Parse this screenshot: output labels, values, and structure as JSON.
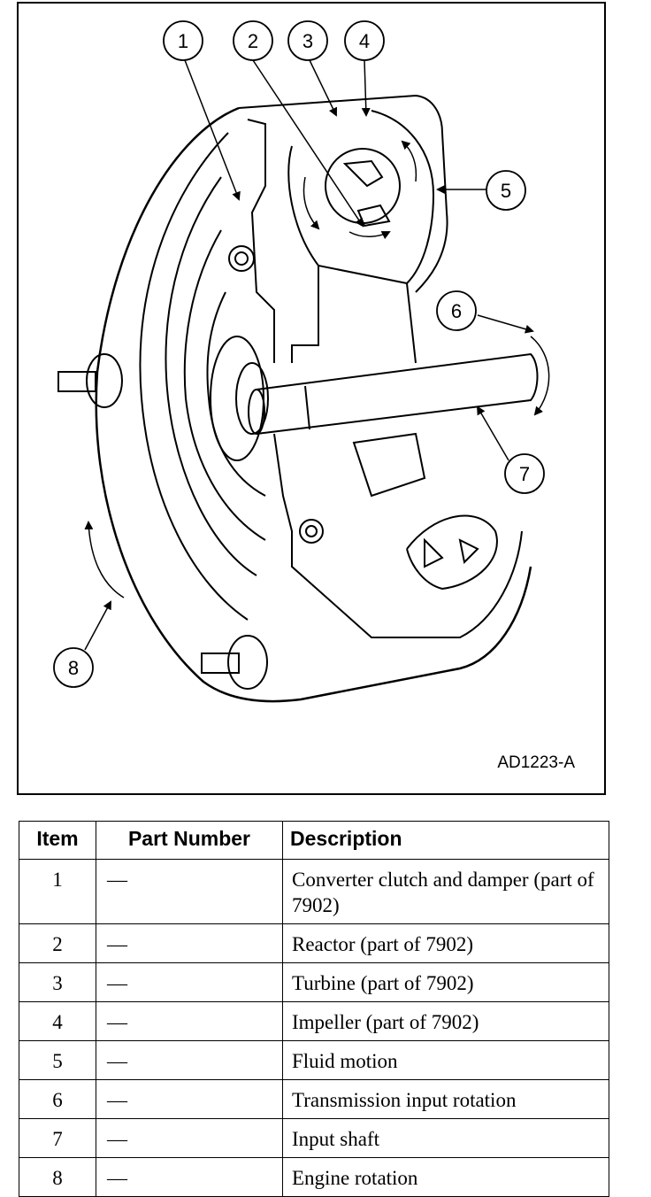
{
  "figure": {
    "code": "AD1223-A",
    "callouts": [
      "1",
      "2",
      "3",
      "4",
      "5",
      "6",
      "7",
      "8"
    ]
  },
  "table": {
    "headers": {
      "item": "Item",
      "part_number": "Part Number",
      "description": "Description"
    },
    "rows": [
      {
        "item": "1",
        "part_number": "—",
        "description": "Converter clutch and damper (part of 7902)"
      },
      {
        "item": "2",
        "part_number": "—",
        "description": "Reactor (part of 7902)"
      },
      {
        "item": "3",
        "part_number": "—",
        "description": "Turbine (part of 7902)"
      },
      {
        "item": "4",
        "part_number": "—",
        "description": "Impeller (part of 7902)"
      },
      {
        "item": "5",
        "part_number": "—",
        "description": "Fluid motion"
      },
      {
        "item": "6",
        "part_number": "—",
        "description": "Transmission input rotation"
      },
      {
        "item": "7",
        "part_number": "—",
        "description": "Input shaft"
      },
      {
        "item": "8",
        "part_number": "—",
        "description": "Engine rotation"
      }
    ]
  }
}
